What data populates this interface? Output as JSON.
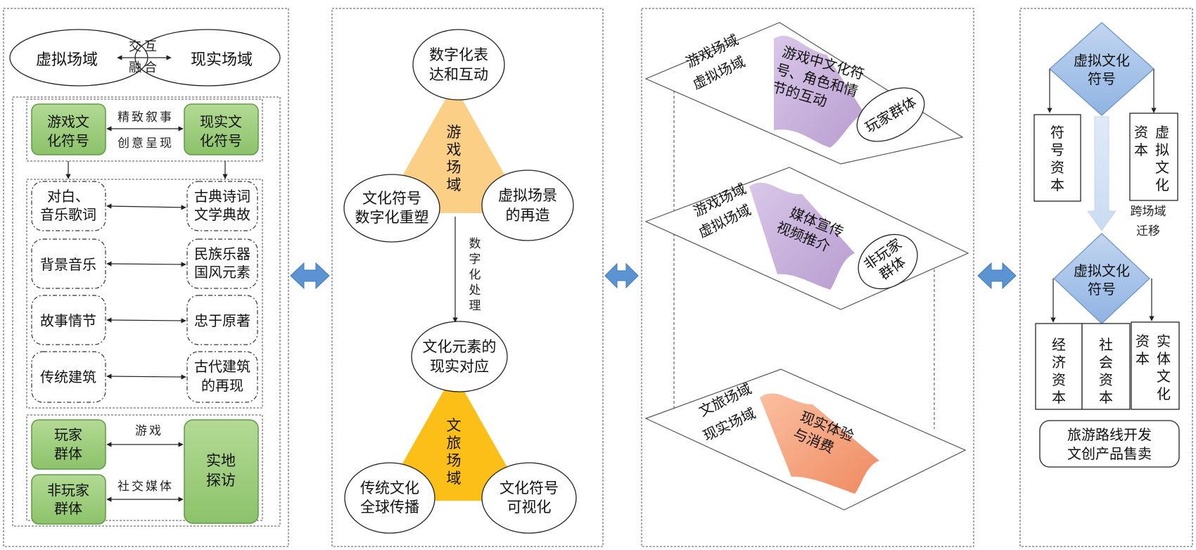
{
  "panel1": {
    "top": {
      "left": "虚拟场域",
      "right": "现实场域",
      "mid1": "交互",
      "mid2": "融合"
    },
    "symbols": {
      "game": [
        "游戏文",
        "化符号"
      ],
      "real": [
        "现实文",
        "化符号"
      ],
      "arrow1": "精致叙事",
      "arrow2": "创意呈现"
    },
    "pairs": [
      {
        "left": [
          "对白、",
          "音乐歌词"
        ],
        "right": [
          "古典诗词",
          "文学典故"
        ]
      },
      {
        "left": [
          "背景音乐"
        ],
        "right": [
          "民族乐器",
          "国风元素"
        ]
      },
      {
        "left": [
          "故事情节"
        ],
        "right": [
          "忠于原著"
        ]
      },
      {
        "left": [
          "传统建筑"
        ],
        "right": [
          "古代建筑",
          "的再现"
        ]
      }
    ],
    "groups": {
      "player": [
        "玩家",
        "群体"
      ],
      "nonplayer": [
        "非玩家",
        "群体"
      ],
      "visit": [
        "实地",
        "探访"
      ],
      "arrow_game": "游戏",
      "arrow_social": "社交媒体"
    }
  },
  "panel2": {
    "top": [
      "数字化表",
      "达和互动"
    ],
    "game_field": [
      "游",
      "戏",
      "场",
      "域"
    ],
    "left1": [
      "文化符号",
      "数字化重塑"
    ],
    "right1": [
      "虚拟场景",
      "的再造"
    ],
    "process": [
      "数",
      "字",
      "化",
      "处",
      "理"
    ],
    "mid": [
      "文化元素的",
      "现实对应"
    ],
    "tour_field": [
      "文",
      "旅",
      "场",
      "域"
    ],
    "left2": [
      "传统文化",
      "全球传播"
    ],
    "right2": [
      "文化符号",
      "可视化"
    ]
  },
  "panel3": {
    "plane1": {
      "labels": [
        "游戏场域",
        "虚拟场域"
      ],
      "flag": [
        "游戏中文化符",
        "号、角色和情",
        "节的互动"
      ],
      "group": "玩家群体"
    },
    "plane2": {
      "labels": [
        "游戏场域",
        "虚拟场域"
      ],
      "flag": [
        "媒体宣传",
        "视频推介"
      ],
      "group": [
        "非玩家",
        "群体"
      ]
    },
    "plane3": {
      "labels": [
        "文旅场域",
        "现实场域"
      ],
      "flag": [
        "现实体验",
        "与消费"
      ]
    }
  },
  "panel4": {
    "diamond1": [
      "虚拟文化",
      "符号"
    ],
    "box_left": [
      "符",
      "号",
      "资",
      "本"
    ],
    "box_right": {
      "col1": [
        "资",
        "本"
      ],
      "col2": [
        "虚",
        "拟",
        "文",
        "化"
      ]
    },
    "migrate": [
      "跨场域",
      "迁移"
    ],
    "diamond2": [
      "虚拟文化",
      "符号"
    ],
    "capital": {
      "econ": [
        "经",
        "济",
        "资",
        "本"
      ],
      "social": [
        "社",
        "会",
        "资",
        "本"
      ],
      "phys_col1": [
        "资",
        "本"
      ],
      "phys_col2": [
        "实",
        "体",
        "文",
        "化"
      ]
    },
    "bottom": [
      "旅游路线开发",
      "文创产品售卖"
    ]
  },
  "colors": {
    "green_fill": "#9fcf7e",
    "green_stroke": "#5f9a46",
    "game_tri": "#fbcf86",
    "tour_tri": "#fbbf17",
    "purple": "#c8b3da",
    "salmon": "#f4a07d",
    "blue_diamond": "#a7c4e8",
    "blue_arrow": "#5b93d3"
  }
}
